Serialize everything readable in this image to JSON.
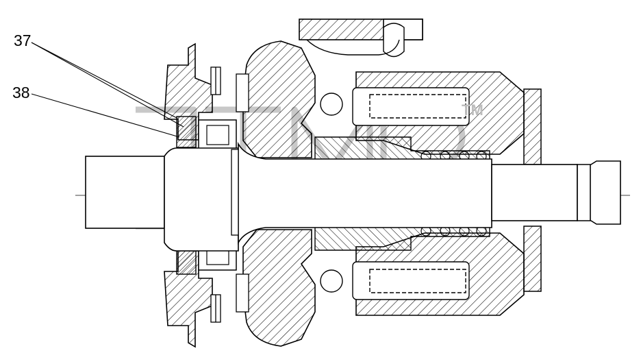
{
  "callouts": [
    {
      "id": "37",
      "label": "37"
    },
    {
      "id": "38",
      "label": "38"
    }
  ],
  "watermark": {
    "text": "ЭТМ",
    "mark": "TM"
  },
  "colors": {
    "line": "#000000",
    "hatch": "#000000",
    "watermark": "#c8c8c8",
    "background": "#ffffff"
  }
}
